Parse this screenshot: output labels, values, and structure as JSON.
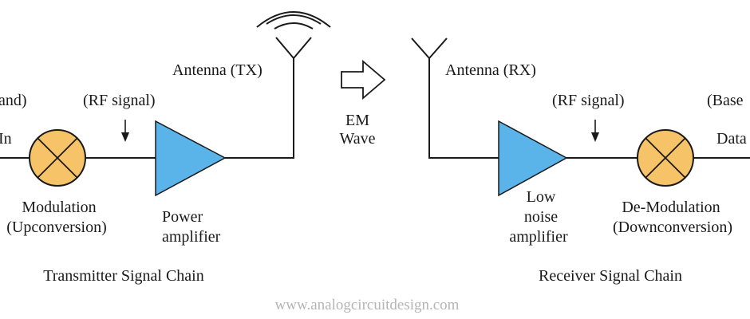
{
  "colors": {
    "mixer_fill": "#f6c368",
    "amplifier_fill": "#5ab4ea",
    "line": "#1a1a1a",
    "watermark": "#b5b5b5"
  },
  "transmitter": {
    "baseband_label": "and)",
    "data_in_label": "In",
    "rf_signal_label": "(RF signal)",
    "modulation_line1": "Modulation",
    "modulation_line2": "(Upconversion)",
    "amp_line1": "Power",
    "amp_line2": "amplifier",
    "antenna_label": "Antenna (TX)",
    "chain_title": "Transmitter Signal Chain"
  },
  "em_wave": {
    "line1": "EM",
    "line2": "Wave"
  },
  "receiver": {
    "antenna_label": "Antenna (RX)",
    "rf_signal_label": "(RF signal)",
    "amp_line1": "Low",
    "amp_line2": "noise",
    "amp_line3": "amplifier",
    "demod_line1": "De-Modulation",
    "demod_line2": "(Downconversion)",
    "baseband_label": "(Base",
    "data_out_label": "Data",
    "chain_title": "Receiver Signal Chain"
  },
  "watermark": "www.analogcircuitdesign.com"
}
